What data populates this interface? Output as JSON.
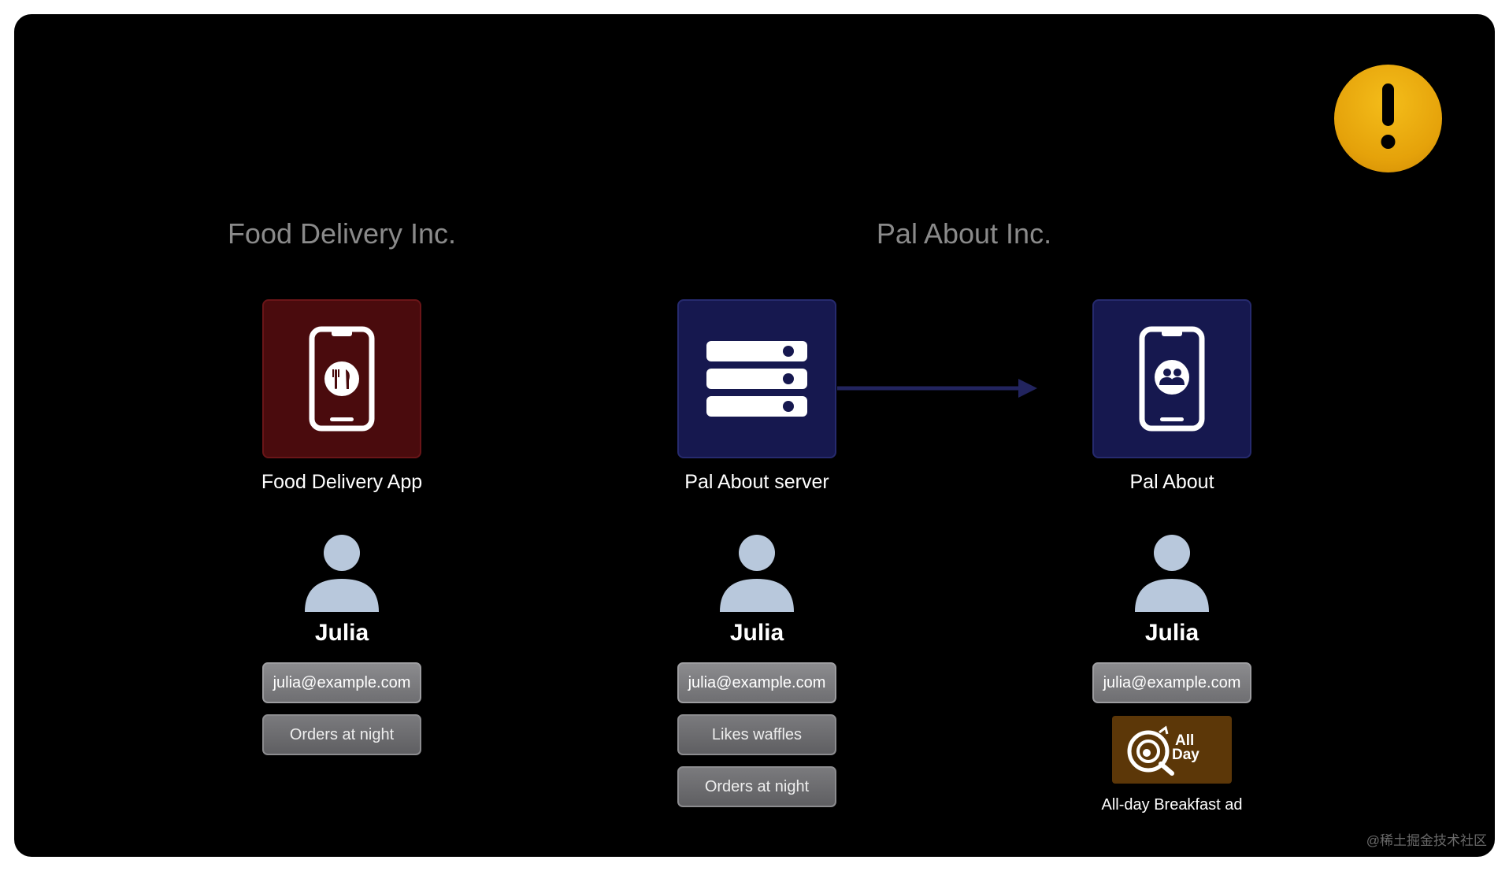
{
  "organizations": [
    {
      "name": "Food Delivery Inc."
    },
    {
      "name": "Pal About Inc."
    }
  ],
  "columns": [
    {
      "app_label": "Food Delivery App",
      "app_icon": "phone-food-icon",
      "box_color": "#4a0b0d",
      "person_name": "Julia",
      "email": "julia@example.com",
      "tags": [
        "Orders at night"
      ]
    },
    {
      "app_label": "Pal About server",
      "app_icon": "server-icon",
      "box_color": "#16184f",
      "person_name": "Julia",
      "email": "julia@example.com",
      "tags": [
        "Likes waffles",
        "Orders at night"
      ]
    },
    {
      "app_label": "Pal About",
      "app_icon": "phone-people-icon",
      "box_color": "#16184f",
      "person_name": "Julia",
      "email": "julia@example.com",
      "ad": {
        "logo_text_line1": "All",
        "logo_text_line2": "Day",
        "label": "All-day Breakfast ad"
      }
    }
  ],
  "warning_icon": "exclamation-icon",
  "watermark": "@稀土掘金技术社区",
  "colors": {
    "background": "#000000",
    "warning": "#e5a20a",
    "food_box": "#4a0b0d",
    "pal_box": "#16184f",
    "arrow": "#22245e",
    "person": "#b8c8dc",
    "ad_box": "#5c3708"
  }
}
